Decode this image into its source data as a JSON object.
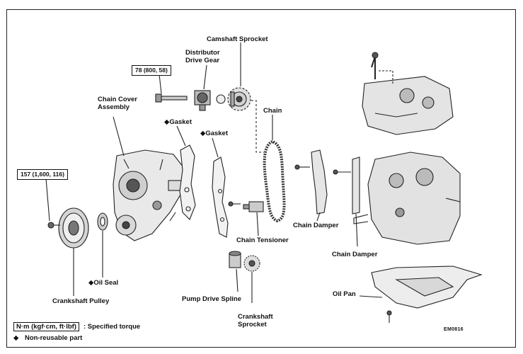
{
  "labels": {
    "camshaft_sprocket": "Camshaft Sprocket",
    "distributor_drive_gear_1": "Distributor",
    "distributor_drive_gear_2": "Drive Gear",
    "chain_cover_1": "Chain Cover",
    "chain_cover_2": "Assembly",
    "gasket_1": "Gasket",
    "gasket_2": "Gasket",
    "chain": "Chain",
    "chain_damper_1": "Chain Damper",
    "chain_damper_2": "Chain Damper",
    "chain_tensioner": "Chain Tensioner",
    "oil_seal": "Oil Seal",
    "crankshaft_pulley": "Crankshaft Pulley",
    "pump_drive_spline": "Pump Drive Spline",
    "crankshaft_sprocket_1": "Crankshaft",
    "crankshaft_sprocket_2": "Sprocket",
    "oil_pan": "Oil Pan"
  },
  "torque_specs": {
    "bolt_upper": "78 (800, 58)",
    "bolt_pulley": "157 (1,600, 116)"
  },
  "marker_symbol": "◆",
  "legend": {
    "unit_box": "N·m (kgf·cm, ft·lbf)",
    "unit_desc": ": Specified torque",
    "nonreusable_symbol": "◆",
    "nonreusable_desc": "Non-reusable part"
  },
  "figure_code": "EM0816"
}
